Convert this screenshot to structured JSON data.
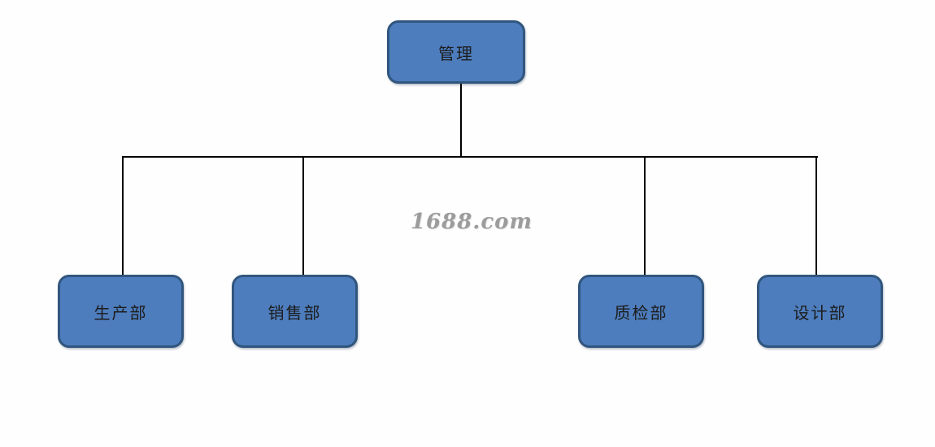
{
  "org_chart": {
    "root": {
      "label": "管理"
    },
    "departments": [
      {
        "label": "生产部"
      },
      {
        "label": "销售部"
      },
      {
        "label": "质检部"
      },
      {
        "label": "设计部"
      }
    ]
  },
  "watermark": {
    "text": "1688.com"
  },
  "colors": {
    "node_fill": "#4d7dbd",
    "node_border": "#31567e",
    "node_text": "#1c1c1c",
    "connector": "#000000",
    "watermark_text": "#9c9c9c",
    "background": "#fefefe"
  }
}
